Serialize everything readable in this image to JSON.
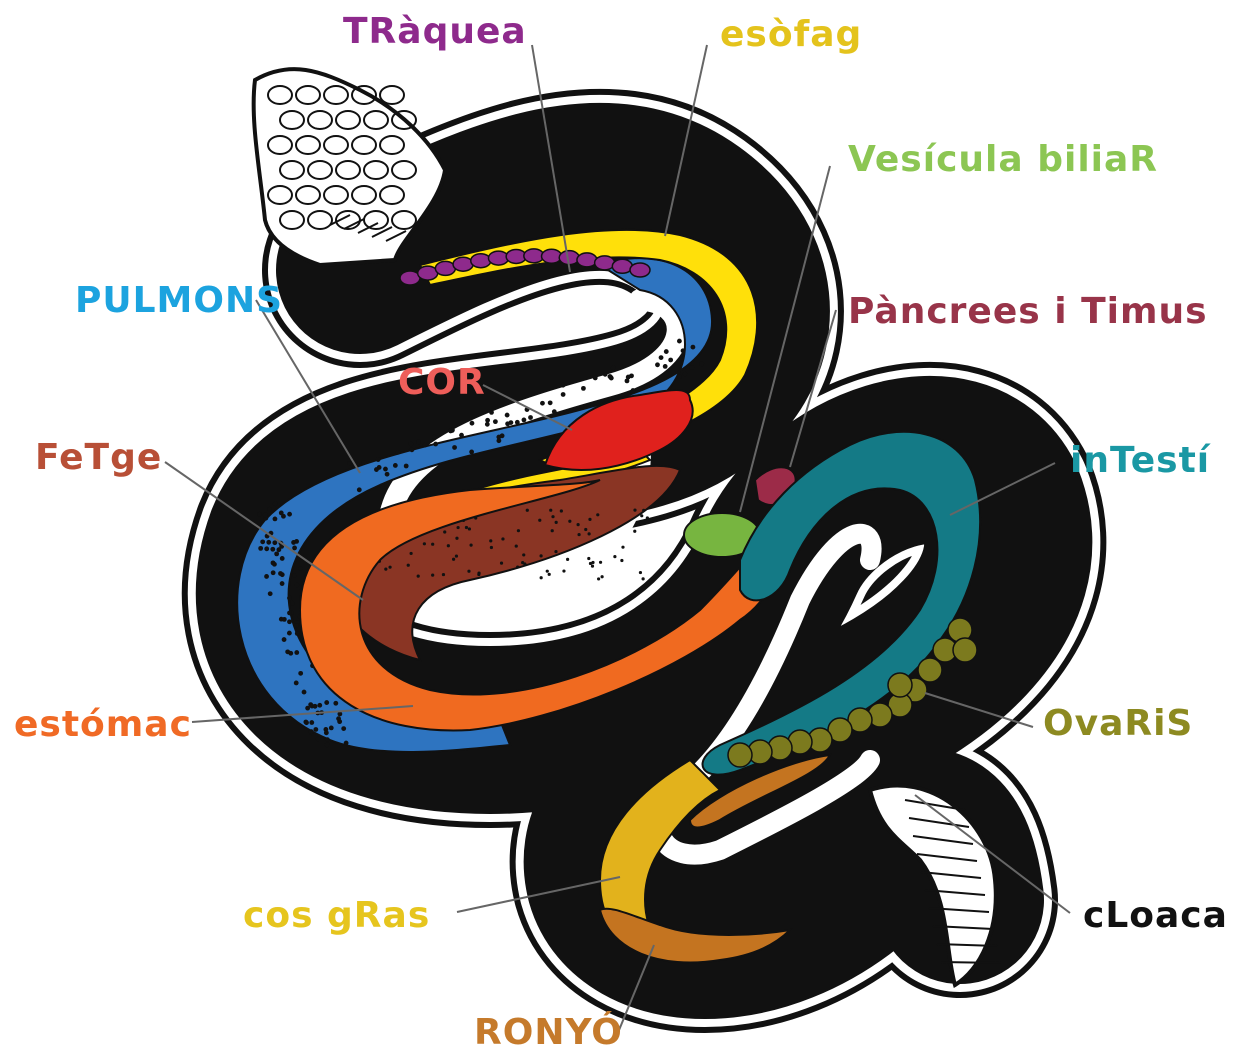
{
  "diagram": {
    "labels": {
      "traquea": {
        "text": "TRàquea",
        "color": "#8E2A8C"
      },
      "esofag": {
        "text": "esòfag",
        "color": "#E4C31C"
      },
      "vesicula": {
        "text": "Vesícula biliaR",
        "color": "#8CC653"
      },
      "pulmons": {
        "text": "PULMONS",
        "color": "#1CA3DF"
      },
      "pancrees": {
        "text": "Pàncrees i Timus",
        "color": "#983449"
      },
      "cor": {
        "text": "COR",
        "color": "#EE5E5A"
      },
      "fetge": {
        "text": "FeTge",
        "color": "#B84F36"
      },
      "intesti": {
        "text": "inTestí",
        "color": "#1A98A4"
      },
      "estomac": {
        "text": "estómac",
        "color": "#F06A25"
      },
      "ovaris": {
        "text": "OvaRiS",
        "color": "#8D8A21"
      },
      "cos_gras": {
        "text": "cos gRas",
        "color": "#E6C51E"
      },
      "cloaca": {
        "text": "cLoaca",
        "color": "#111111"
      },
      "ronyo": {
        "text": "RONYÓ",
        "color": "#C57A2B"
      }
    },
    "organ_colors": {
      "body_black": "#111111",
      "lungs": "#2E74C0",
      "esophagus": "#FFE00A",
      "trachea": "#8E2A8C",
      "heart": "#E0211D",
      "liver": "#8A3524",
      "stomach": "#F06A20",
      "gallbladder": "#77B540",
      "pancreas": "#9C2B48",
      "intestine": "#147A86",
      "ovaries": "#7C7A1E",
      "fat_body": "#E2B21C",
      "kidney": "#C47420"
    },
    "icons": [
      "snake-head-scales",
      "snake-tail-scales"
    ]
  }
}
